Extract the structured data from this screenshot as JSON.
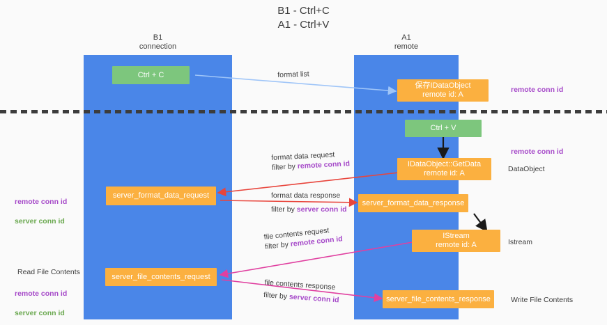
{
  "title": "B1 - Ctrl+C\nA1 - Ctrl+V",
  "lanes": [
    {
      "name": "b1",
      "header": "B1\nconnection"
    },
    {
      "name": "a1",
      "header": "A1\nremote"
    }
  ],
  "boxes": [
    {
      "id": "ctrl-c",
      "label": "Ctrl + C",
      "color": "#7dc67d"
    },
    {
      "id": "idataobject-remote",
      "label": "保存IDataObject\nremote id: A",
      "color": "#fbb040"
    },
    {
      "id": "ctrl-v",
      "label": "Ctrl + V",
      "color": "#7dc67d"
    },
    {
      "id": "idataobject-getdata",
      "label": "IDataObject::GetData\nremote id: A",
      "color": "#fbb040"
    },
    {
      "id": "server-format-data-request",
      "label": "server_format_data_request",
      "color": "#fbb040"
    },
    {
      "id": "server-format-data-response",
      "label": "server_format_data_response",
      "color": "#fbb040"
    },
    {
      "id": "istream-remote",
      "label": "IStream\nremote id: A",
      "color": "#fbb040"
    },
    {
      "id": "server-file-contents-request",
      "label": "server_file_contents_request",
      "color": "#fbb040"
    },
    {
      "id": "server-file-contents-response",
      "label": "server_file_contents_response",
      "color": "#fbb040"
    }
  ],
  "right_labels": [
    {
      "id": "remote-conn-id-top",
      "text": "remote conn id",
      "color": "#a64ac9"
    },
    {
      "id": "remote-conn-id-mid",
      "text": "remote conn id",
      "color": "#a64ac9"
    },
    {
      "id": "dataobject",
      "text": "DataObject",
      "color": "#3c3c3c"
    },
    {
      "id": "istream",
      "text": "Istream",
      "color": "#3c3c3c"
    },
    {
      "id": "write-file-contents",
      "text": "Write File Contents",
      "color": "#3c3c3c"
    }
  ],
  "left_labels": [
    {
      "id": "conn-ids-format",
      "line1": "remote conn id",
      "line2": "server conn id"
    },
    {
      "id": "read-file-contents",
      "text": "Read File Contents"
    },
    {
      "id": "conn-ids-file",
      "line1": "remote conn id",
      "line2": "server conn id"
    }
  ],
  "arrow_labels": [
    {
      "id": "format-list",
      "main": "format list",
      "filter_prefix": "",
      "filter_value": ""
    },
    {
      "id": "format-data-request",
      "main": "format data request",
      "filter_prefix": "filter by ",
      "filter_value": "remote conn id"
    },
    {
      "id": "format-data-response",
      "main": "format data response",
      "filter_prefix": "filter by ",
      "filter_value": "server conn id"
    },
    {
      "id": "file-contents-request",
      "main": "file contents request",
      "filter_prefix": "filter by ",
      "filter_value": "remote conn id"
    },
    {
      "id": "file-contents-response",
      "main": "file contents response",
      "filter_prefix": "filter by ",
      "filter_value": "server conn id"
    }
  ],
  "colors": {
    "lane": "#4a86e8",
    "green": "#7dc67d",
    "orange": "#fbb040",
    "purple": "#a64ac9",
    "green_text": "#6aa84f",
    "red_arrow": "#e8453c",
    "pink_arrow": "#e040a0",
    "light_blue_arrow": "#9fc5f8",
    "black": "#1a1a1a",
    "background": "#fafafa"
  }
}
